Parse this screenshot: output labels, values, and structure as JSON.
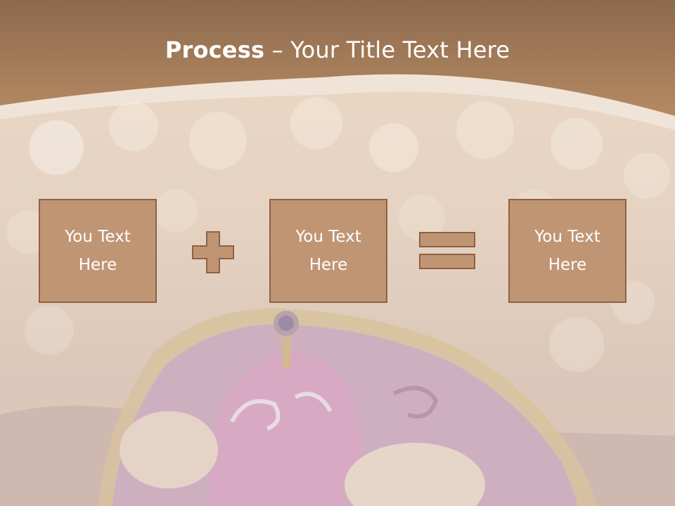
{
  "header": {
    "title_bold": "Process",
    "title_dash": " – ",
    "title_light": "Your Title Text Here"
  },
  "process": {
    "boxes": [
      {
        "label": "You Text\nHere"
      },
      {
        "label": "You Text\nHere"
      },
      {
        "label": "You Text\nHere"
      }
    ],
    "operators": [
      "plus",
      "equals"
    ]
  },
  "colors": {
    "header": "#a9774f",
    "box_fill": "#c09574",
    "box_border": "#8e6143",
    "text": "#ffffff"
  },
  "icons": {
    "plus": "plus-icon",
    "equals": "equals-icon",
    "background": "masquerade-mask-image"
  }
}
